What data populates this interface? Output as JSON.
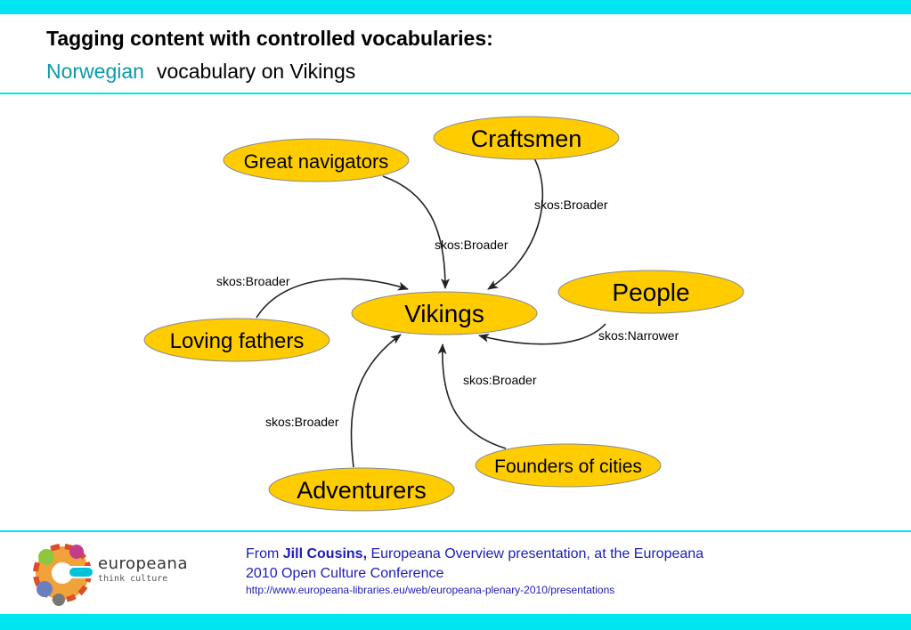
{
  "header": {
    "title": "Tagging content with controlled vocabularies:",
    "subtitle_accent": "Norwegian",
    "subtitle_rest": "vocabulary on Vikings"
  },
  "diagram": {
    "center": "Vikings",
    "nodes": [
      {
        "id": "great-navigators",
        "label": "Great navigators"
      },
      {
        "id": "craftsmen",
        "label": "Craftsmen"
      },
      {
        "id": "people",
        "label": "People"
      },
      {
        "id": "loving-fathers",
        "label": "Loving fathers"
      },
      {
        "id": "founders-of-cities",
        "label": "Founders of cities"
      },
      {
        "id": "adventurers",
        "label": "Adventurers"
      }
    ],
    "edges": [
      {
        "from": "great-navigators",
        "label": "skos:Broader"
      },
      {
        "from": "craftsmen",
        "label": "skos:Broader"
      },
      {
        "from": "loving-fathers",
        "label": "skos:Broader"
      },
      {
        "from": "people",
        "label": "skos:Narrower"
      },
      {
        "from": "founders-of-cities",
        "label": "skos:Broader"
      },
      {
        "from": "adventurers",
        "label": "skos:Broader"
      }
    ],
    "colors": {
      "node_fill": "#ffcc00",
      "node_stroke": "#8a8a8a",
      "edge": "#222222"
    }
  },
  "footer": {
    "logo_word": "europeana",
    "logo_tagline": "think culture",
    "credit_prefix": "From",
    "credit_author": "Jill Cousins,",
    "credit_line1": "Europeana Overview presentation, at the Europeana",
    "credit_line2": "2010 Open Culture Conference",
    "credit_url": "http://www.europeana-libraries.eu/web/europeana-plenary-2010/presentations"
  },
  "colors": {
    "accent_bar": "#00e5ef",
    "accent_text": "#0a9aa8",
    "credit_text": "#1c1cb8"
  }
}
